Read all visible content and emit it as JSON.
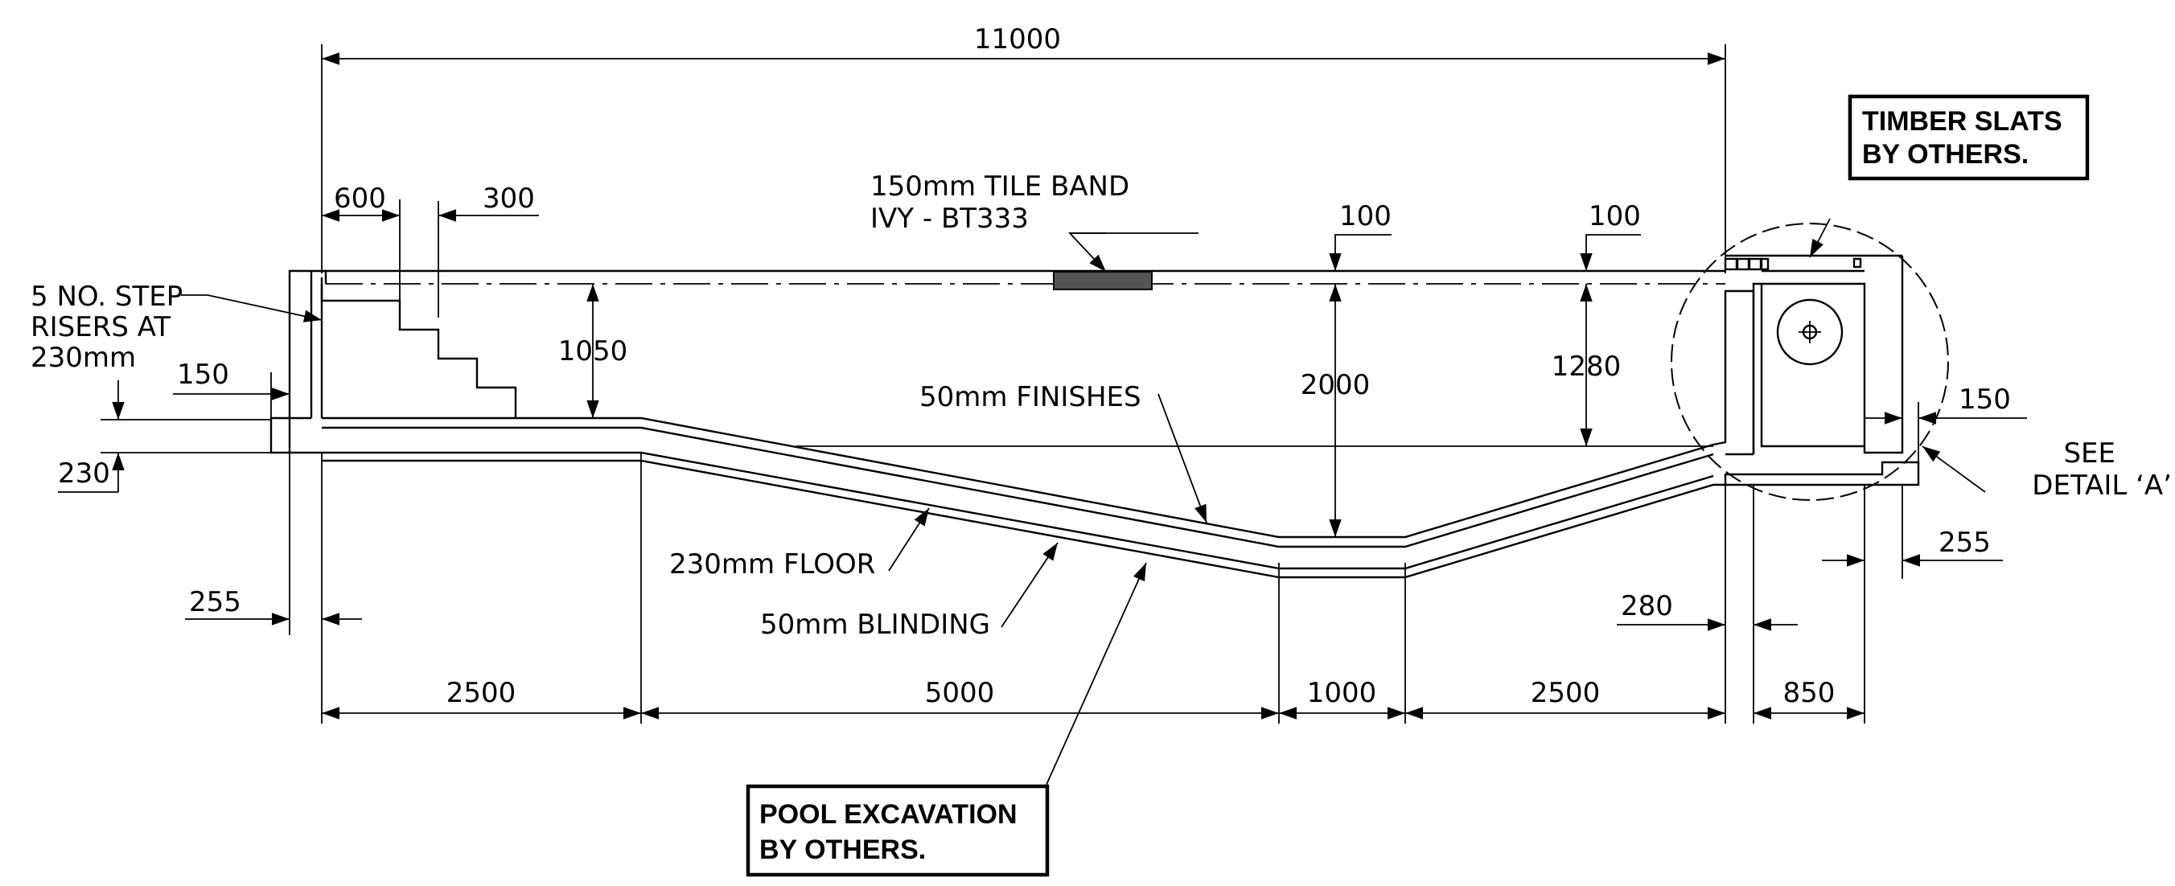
{
  "dimensions": {
    "total": "11000",
    "step_going": "600",
    "step_offset": "300",
    "wall_top_left": "150",
    "slab_left": "230",
    "wall_left": "255",
    "shallow_depth": "1050",
    "deep_depth": "2000",
    "end_depth": "1280",
    "coping_mid": "100",
    "coping_right": "100",
    "wall_right": "150",
    "wall_far_right": "255",
    "wall_balance": "280",
    "seg_1": "2500",
    "seg_2": "5000",
    "seg_3": "1000",
    "seg_4": "2500",
    "seg_5": "850"
  },
  "labels": {
    "steps": [
      "5 NO. STEP",
      "RISERS AT",
      "230mm"
    ],
    "tile_band": [
      "150mm TILE BAND",
      "IVY - BT333"
    ],
    "finishes": "50mm FINISHES",
    "floor": "230mm FLOOR",
    "blinding": "50mm BLINDING",
    "detail": [
      "SEE",
      "DETAIL ‘A’"
    ]
  },
  "notes": {
    "timber": [
      "TIMBER SLATS",
      "BY OTHERS."
    ],
    "excavation": [
      "POOL EXCAVATION",
      "BY OTHERS."
    ]
  }
}
